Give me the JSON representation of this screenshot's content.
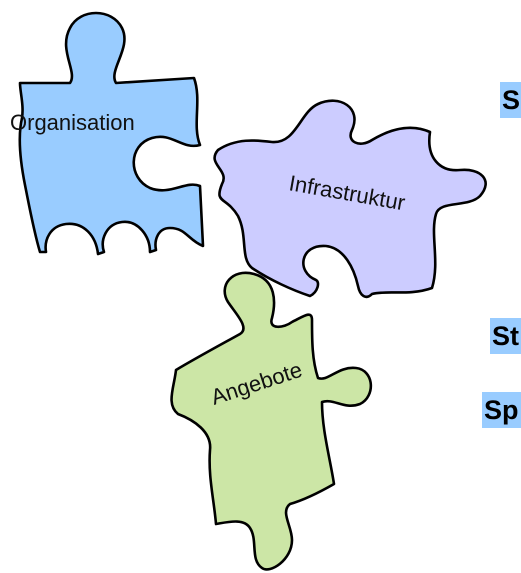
{
  "pieces": [
    {
      "label": "Organisation",
      "color": "#99ccff"
    },
    {
      "label": "Infrastruktur",
      "color": "#ccccff"
    },
    {
      "label": "Angebote",
      "color": "#cce6a6"
    }
  ],
  "side_labels": [
    {
      "text": "S",
      "highlight": "#99ccff"
    },
    {
      "text": "St",
      "highlight": "#99ccff"
    },
    {
      "text": "Sp",
      "highlight": "#99ccff"
    }
  ]
}
